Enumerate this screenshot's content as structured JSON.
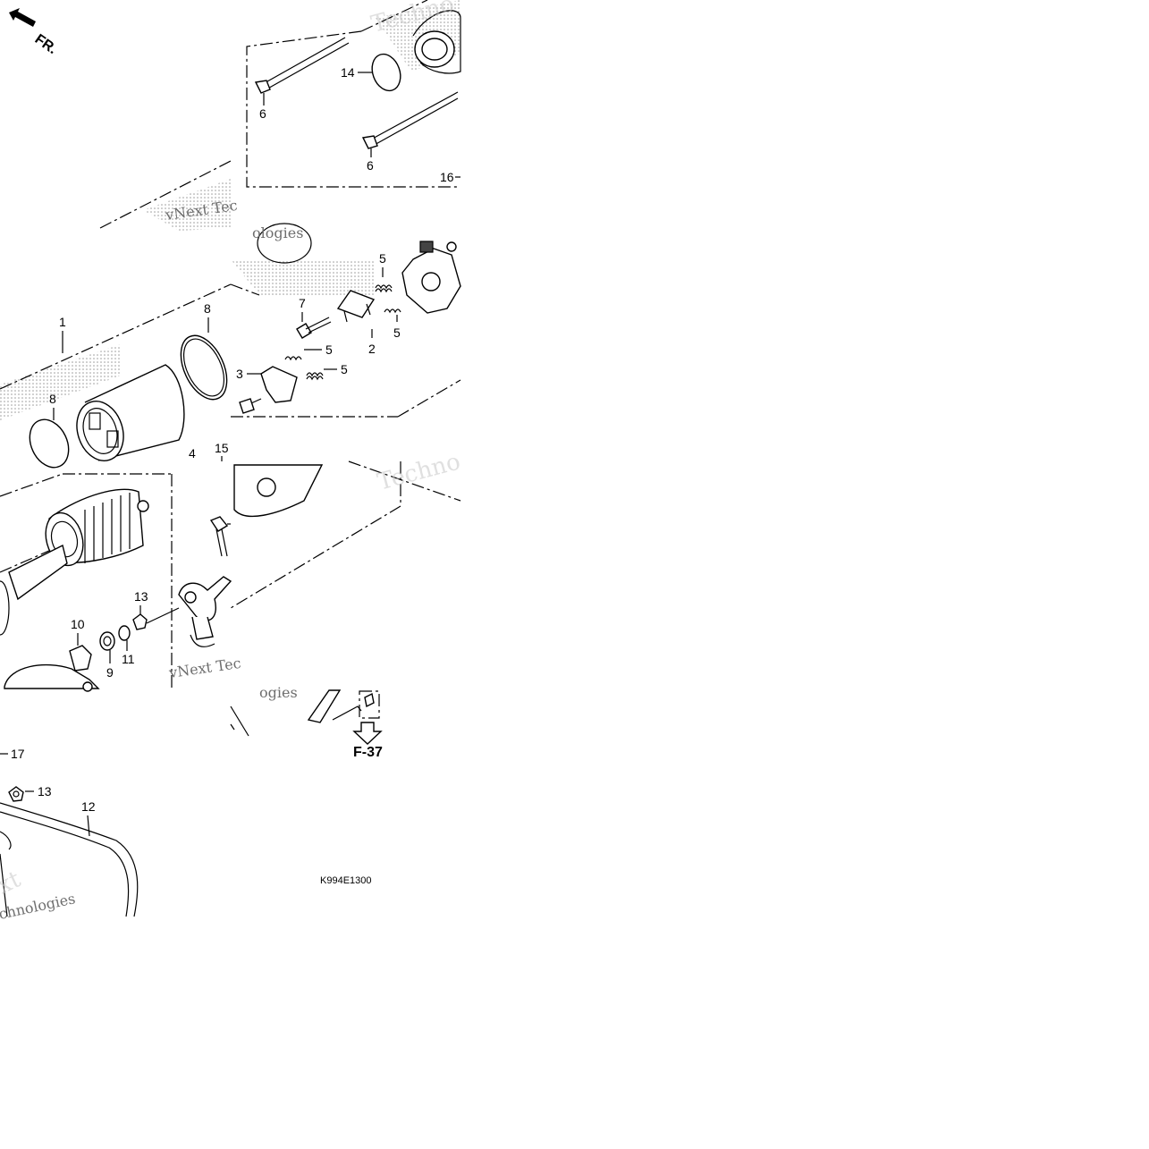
{
  "orientation": {
    "label": "FR."
  },
  "callouts": {
    "c1": "1",
    "c2": "2",
    "c3": "3",
    "c4": "4",
    "c5a": "5",
    "c5b": "5",
    "c5c": "5",
    "c5d": "5",
    "c6a": "6",
    "c6b": "6",
    "c7": "7",
    "c8a": "8",
    "c8b": "8",
    "c9": "9",
    "c10": "10",
    "c11": "11",
    "c12": "12",
    "c13a": "13",
    "c13b": "13",
    "c14": "14",
    "c15": "15",
    "c16": "16",
    "c17": "17"
  },
  "reference": {
    "label": "F-37"
  },
  "drawing_code": "K994E1300",
  "watermarks": {
    "w1": "Techno",
    "w2": "vNext Tec",
    "w3": "ologies",
    "w4": "Techno",
    "w5": "xt",
    "w6": "chnologies",
    "w7": "vNext Tec",
    "w8": "ogies"
  }
}
